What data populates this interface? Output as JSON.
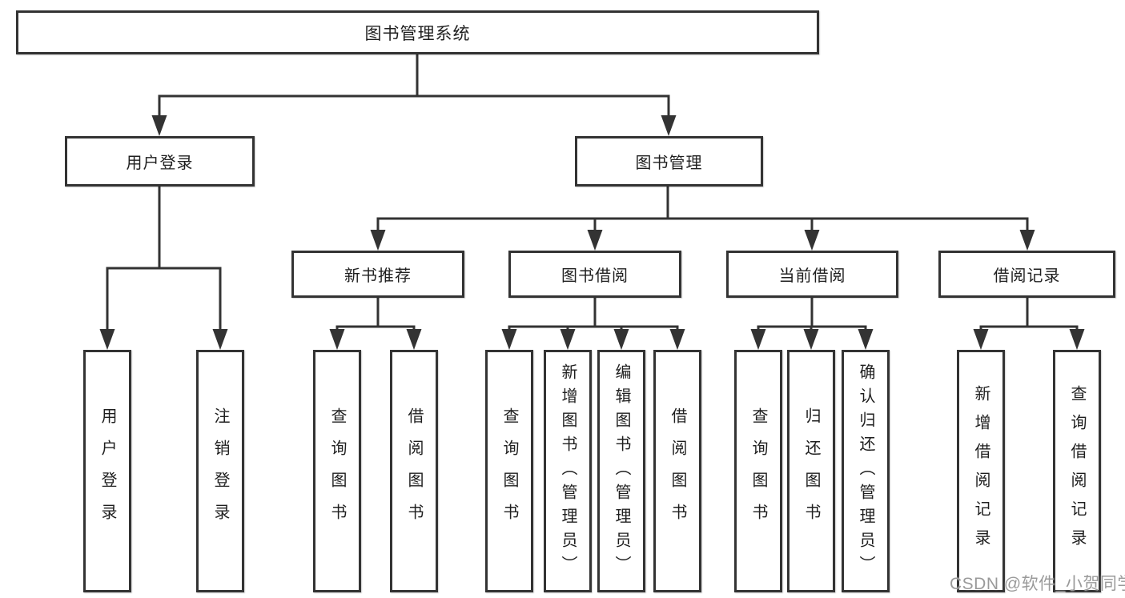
{
  "colors": {
    "line": "#333333",
    "box_border": "#333333",
    "watermark": "#9a9a9a"
  },
  "watermark": "CSDN @软件_小贺同学",
  "tree": {
    "label": "图书管理系统",
    "children": [
      {
        "label": "用户登录",
        "children": [
          {
            "label": "用户登录"
          },
          {
            "label": "注销登录"
          }
        ]
      },
      {
        "label": "图书管理",
        "children": [
          {
            "label": "新书推荐",
            "children": [
              {
                "label": "查询图书"
              },
              {
                "label": "借阅图书"
              }
            ]
          },
          {
            "label": "图书借阅",
            "children": [
              {
                "label": "查询图书"
              },
              {
                "label": "新增图书（管理员）"
              },
              {
                "label": "编辑图书（管理员）"
              },
              {
                "label": "借阅图书"
              }
            ]
          },
          {
            "label": "当前借阅",
            "children": [
              {
                "label": "查询图书"
              },
              {
                "label": "归还图书"
              },
              {
                "label": "确认归还（管理员）"
              }
            ]
          },
          {
            "label": "借阅记录",
            "children": [
              {
                "label": "新增借阅记录"
              },
              {
                "label": "查询借阅记录"
              }
            ]
          }
        ]
      }
    ]
  }
}
